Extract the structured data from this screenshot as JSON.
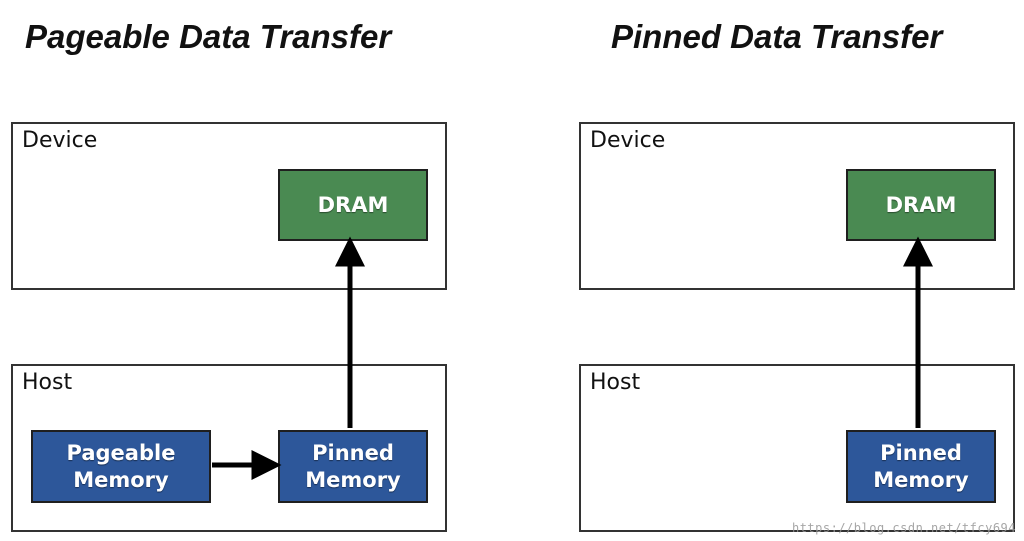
{
  "left_panel": {
    "title": "Pageable Data Transfer",
    "device": {
      "label": "Device",
      "dram_label": "DRAM"
    },
    "host": {
      "label": "Host",
      "pageable_label": "Pageable\nMemory",
      "pinned_label": "Pinned\nMemory"
    }
  },
  "right_panel": {
    "title": "Pinned Data Transfer",
    "device": {
      "label": "Device",
      "dram_label": "DRAM"
    },
    "host": {
      "label": "Host",
      "pinned_label": "Pinned\nMemory"
    }
  },
  "colors": {
    "dram": "#4a8a52",
    "memory": "#2d579a",
    "border": "#333333"
  },
  "watermark": "https://blog.csdn.net/tfcy694"
}
